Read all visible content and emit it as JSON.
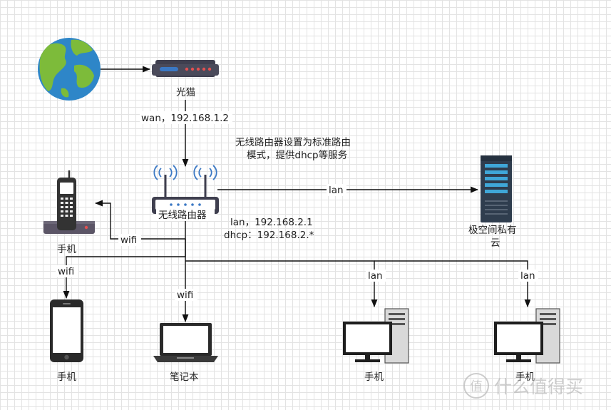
{
  "nodes": {
    "modem_label": "光猫",
    "router_label": "无线路由器",
    "phone1_label": "手机",
    "phone2_label": "手机",
    "laptop_label": "笔记本",
    "server_label_line1": "极空间私有",
    "server_label_line2": "云",
    "pc1_label": "手机",
    "pc2_label": "手机"
  },
  "edges": {
    "wan_label": "wan，192.168.1.2",
    "router_note_line1": "无线路由器设置为标准路由",
    "router_note_line2": "模式，提供dhcp等服务",
    "router_lan_line1": "lan，192.168.2.1",
    "router_lan_line2": "dhcp：192.168.2.*",
    "server_link": "lan",
    "cordless_link": "wifi",
    "phone_link": "wifi",
    "laptop_link": "wifi",
    "pc1_link": "lan",
    "pc2_link": "lan"
  },
  "watermark": {
    "text": "什么值得买",
    "logo": "值"
  },
  "colors": {
    "earth_ocean": "#2e86c8",
    "earth_land": "#7dbb3a",
    "device_dark": "#3f3f4f",
    "device_blue": "#3b78c4",
    "server_body": "#2f3d4e",
    "server_screen": "#3fa7d8",
    "monitor_screen": "#ffffff"
  }
}
